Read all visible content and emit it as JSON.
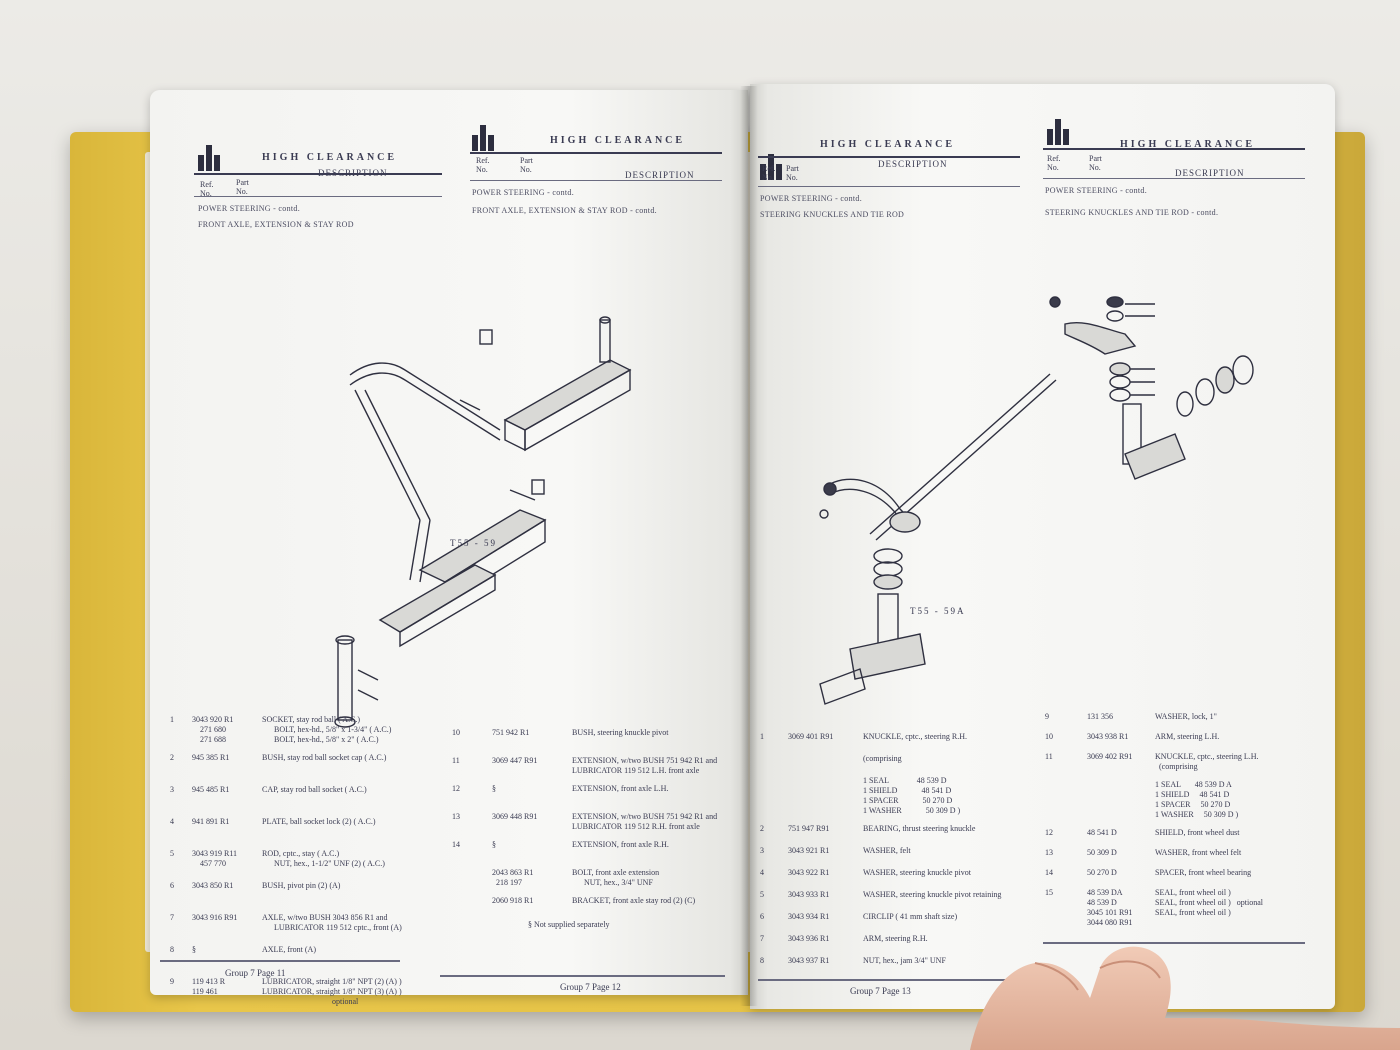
{
  "pages": [
    {
      "id": "p1",
      "header": {
        "title": "HIGH CLEARANCE",
        "col_ref": "Ref.\nNo.",
        "col_part": "Part\nNo.",
        "col_desc": "DESCRIPTION"
      },
      "section1": "POWER STEERING - contd.",
      "section2": "FRONT AXLE, EXTENSION & STAY ROD",
      "figure_label": "T55 - 59",
      "rows": [
        {
          "ref": "1",
          "part": "3043 920 R1\n    271 680\n    271 688",
          "desc": "SOCKET, stay rod ball ( A.C.)\n      BOLT, hex-hd., 5/8\" x 1-3/4\" ( A.C.)\n      BOLT, hex-hd., 5/8\" x 2\" ( A.C.)"
        },
        {
          "ref": "2",
          "part": "945 385 R1",
          "desc": "BUSH, stay rod ball socket cap ( A.C.)"
        },
        {
          "ref": "3",
          "part": "945 485 R1",
          "desc": "CAP, stay rod ball socket ( A.C.)"
        },
        {
          "ref": "4",
          "part": "941 891 R1",
          "desc": "PLATE, ball socket lock (2) ( A.C.)"
        },
        {
          "ref": "5",
          "part": "3043 919 R11\n    457 770",
          "desc": "ROD, cptc., stay ( A.C.)\n      NUT, hex., 1-1/2\" UNF (2) ( A.C.)"
        },
        {
          "ref": "6",
          "part": "3043 850 R1",
          "desc": "BUSH, pivot pin (2) (A)"
        },
        {
          "ref": "7",
          "part": "3043 916 R91",
          "desc": "AXLE, w/two BUSH 3043 856 R1 and\n      LUBRICATOR 119 512 cptc., front (A)"
        },
        {
          "ref": "8",
          "part": "§",
          "desc": "AXLE, front (A)"
        },
        {
          "ref": "9",
          "part": "119 413 R\n119 461",
          "desc": "LUBRICATOR, straight 1/8\" NPT (2) (A) )\nLUBRICATOR, straight 1/8\" NPT (3) (A) )\n                                   optional"
        }
      ],
      "footer": "Group 7 Page 11"
    },
    {
      "id": "p2",
      "header": {
        "title": "HIGH CLEARANCE",
        "col_ref": "Ref.\nNo.",
        "col_part": "Part\nNo.",
        "col_desc": "DESCRIPTION"
      },
      "section1": "POWER STEERING - contd.",
      "section2": "FRONT AXLE, EXTENSION & STAY ROD - contd.",
      "rows": [
        {
          "ref": "10",
          "part": "751 942 R1",
          "desc": "BUSH, steering knuckle pivot"
        },
        {
          "ref": "11",
          "part": "3069 447 R91",
          "desc": "EXTENSION, w/two BUSH 751 942 R1 and\nLUBRICATOR 119 512 L.H. front axle"
        },
        {
          "ref": "12",
          "part": "§",
          "desc": "EXTENSION, front axle L.H."
        },
        {
          "ref": "13",
          "part": "3069 448 R91",
          "desc": "EXTENSION, w/two BUSH 751 942 R1 and\nLUBRICATOR 119 512 R.H. front axle"
        },
        {
          "ref": "14",
          "part": "§",
          "desc": "EXTENSION, front axle R.H."
        },
        {
          "ref": "",
          "part": "2043 863 R1\n  218 197",
          "desc": "BOLT, front axle extension\n      NUT, hex., 3/4\" UNF"
        },
        {
          "ref": "",
          "part": "2060 918 R1",
          "desc": "BRACKET, front axle stay rod (2) (C)"
        }
      ],
      "note": "§ Not supplied separately",
      "footer": "Group 7 Page 12"
    },
    {
      "id": "p3",
      "header": {
        "title": "HIGH CLEARANCE",
        "col_ref": "Ref.\nNo.",
        "col_part": "Part\nNo.",
        "col_desc": "DESCRIPTION"
      },
      "section1": "POWER STEERING - contd.",
      "section2": "STEERING KNUCKLES AND TIE ROD",
      "figure_label": "T55 - 59A",
      "rows": [
        {
          "ref": "1",
          "part": "3069 401 R91",
          "desc": "KNUCKLE, cptc., steering R.H."
        },
        {
          "ref": "",
          "part": "",
          "desc": "(comprising"
        },
        {
          "ref": "",
          "part": "",
          "desc": "1 SEAL              48 539 D\n1 SHIELD            48 541 D\n1 SPACER            50 270 D\n1 WASHER            50 309 D )"
        },
        {
          "ref": "2",
          "part": "751 947 R91",
          "desc": "BEARING, thrust steering knuckle"
        },
        {
          "ref": "3",
          "part": "3043 921 R1",
          "desc": "WASHER, felt"
        },
        {
          "ref": "4",
          "part": "3043 922 R1",
          "desc": "WASHER, steering knuckle pivot"
        },
        {
          "ref": "5",
          "part": "3043 933 R1",
          "desc": "WASHER, steering knuckle pivot retaining"
        },
        {
          "ref": "6",
          "part": "3043 934 R1",
          "desc": "CIRCLIP ( 41 mm shaft size)"
        },
        {
          "ref": "7",
          "part": "3043 936 R1",
          "desc": "ARM, steering R.H."
        },
        {
          "ref": "8",
          "part": "3043 937 R1",
          "desc": "NUT, hex., jam 3/4\" UNF"
        }
      ],
      "footer": "Group 7 Page 13"
    },
    {
      "id": "p4",
      "header": {
        "title": "HIGH CLEARANCE",
        "col_ref": "Ref.\nNo.",
        "col_part": "Part\nNo.",
        "col_desc": "DESCRIPTION"
      },
      "section1": "POWER STEERING - contd.",
      "section2": "STEERING KNUCKLES AND TIE ROD - contd.",
      "rows": [
        {
          "ref": "9",
          "part": "131 356",
          "desc": "WASHER, lock, 1\""
        },
        {
          "ref": "10",
          "part": "3043 938 R1",
          "desc": "ARM, steering L.H."
        },
        {
          "ref": "11",
          "part": "3069 402 R91",
          "desc": "KNUCKLE, cptc., steering L.H.\n  (comprising"
        },
        {
          "ref": "",
          "part": "",
          "desc": "1 SEAL       48 539 D A\n1 SHIELD     48 541 D\n1 SPACER     50 270 D\n1 WASHER     50 309 D )"
        },
        {
          "ref": "12",
          "part": "48 541 D",
          "desc": "SHIELD, front wheel dust"
        },
        {
          "ref": "13",
          "part": "50 309 D",
          "desc": "WASHER, front wheel felt"
        },
        {
          "ref": "14",
          "part": "50 270 D",
          "desc": "SPACER, front wheel bearing"
        },
        {
          "ref": "15",
          "part": "48 539 DA\n48 539 D\n3045 101 R91\n3044 080 R91",
          "desc": "SEAL, front wheel oil )\nSEAL, front wheel oil )   optional\nSEAL, front wheel oil )"
        }
      ],
      "footer": ""
    }
  ]
}
